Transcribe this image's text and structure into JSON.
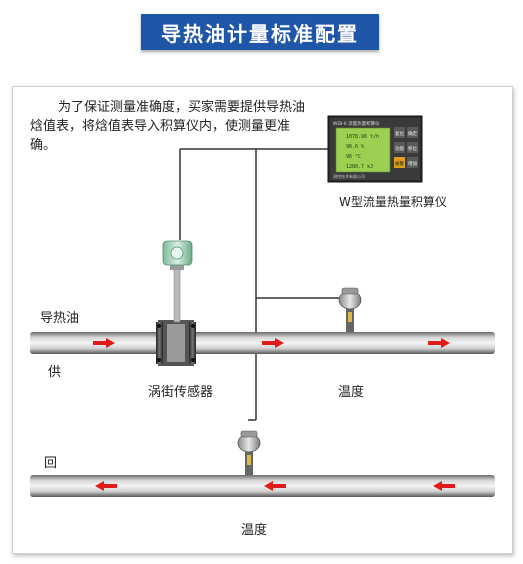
{
  "title": "导热油计量标准配置",
  "note_text": "为了保证测量准确度，买家需要提供导热油焓值表，将焓值表导入积算仪内，使测量更准确。",
  "device_label": "W型流量热量积算仪",
  "labels": {
    "oil": "导热油",
    "supply": "供",
    "return": "回",
    "vortex": "涡街传感器",
    "temp_supply": "温度",
    "temp_return": "温度"
  },
  "device_screen": {
    "header": "WDI-6 流量热量积算仪",
    "buttons": [
      "复位",
      "确定",
      "功能",
      "移位",
      "报警",
      "增加"
    ],
    "readouts": [
      "1078.96 t/h",
      "96.6 %",
      "96 °C",
      "1280.7 kJ"
    ],
    "footer": "测控技术有限公司"
  },
  "colors": {
    "banner": "#1f56a8",
    "arrow": "#e01b1b",
    "screen": "#9ccf52",
    "pipe_dark": "#5a5a5a",
    "pipe_light": "#e8e8e8"
  }
}
